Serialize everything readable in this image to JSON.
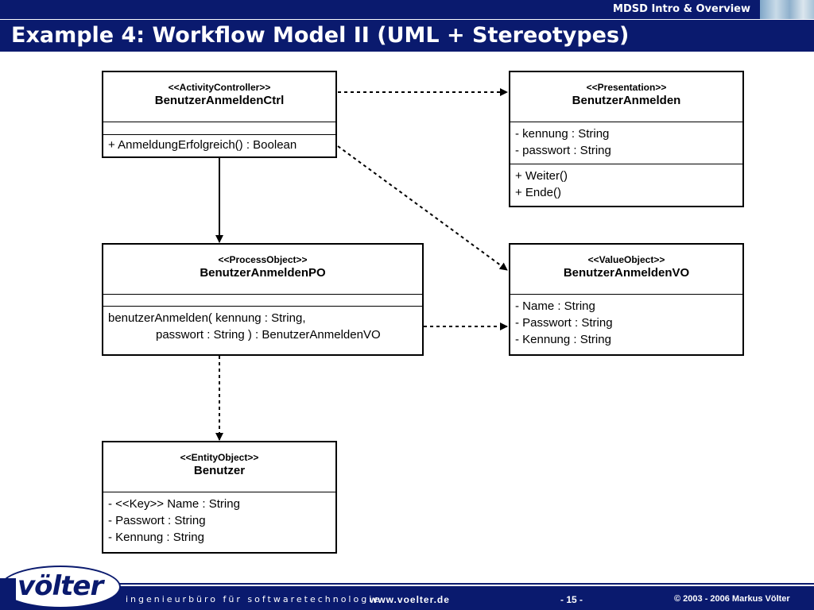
{
  "header": {
    "section_label": "MDSD Intro & Overview",
    "title": "Example 4: Workflow Model II (UML + Stereotypes)"
  },
  "diagram": {
    "classes": {
      "ctrl": {
        "stereotype": "<<ActivityController>>",
        "name": "BenutzerAnmeldenCtrl",
        "attributes": [],
        "operations": [
          "+ AnmeldungErfolgreich() : Boolean"
        ]
      },
      "presentation": {
        "stereotype": "<<Presentation>>",
        "name": "BenutzerAnmelden",
        "attributes": [
          "- kennung : String",
          "- passwort : String"
        ],
        "operations": [
          "+ Weiter()",
          "+ Ende()"
        ]
      },
      "po": {
        "stereotype": "<<ProcessObject>>",
        "name": "BenutzerAnmeldenPO",
        "attributes": [],
        "operations": [
          "benutzerAnmelden( kennung : String,",
          "passwort : String ) : BenutzerAnmeldenVO"
        ]
      },
      "vo": {
        "stereotype": "<<ValueObject>>",
        "name": "BenutzerAnmeldenVO",
        "attributes": [
          "- Name : String",
          "- Passwort : String",
          "- Kennung : String"
        ]
      },
      "entity": {
        "stereotype": "<<EntityObject>>",
        "name": "Benutzer",
        "attributes": [
          "- <<Key>> Name : String",
          "- Passwort : String",
          "- Kennung : String"
        ]
      }
    }
  },
  "footer": {
    "logo_text": "völter",
    "tagline": "ingenieurbüro für softwaretechnologie",
    "url": "www.voelter.de",
    "page_number": "- 15 -",
    "copyright": "© 2003 - 2006  Markus Völter"
  },
  "colors": {
    "brand_navy": "#0a1a6e",
    "line": "#000000",
    "background": "#ffffff"
  }
}
